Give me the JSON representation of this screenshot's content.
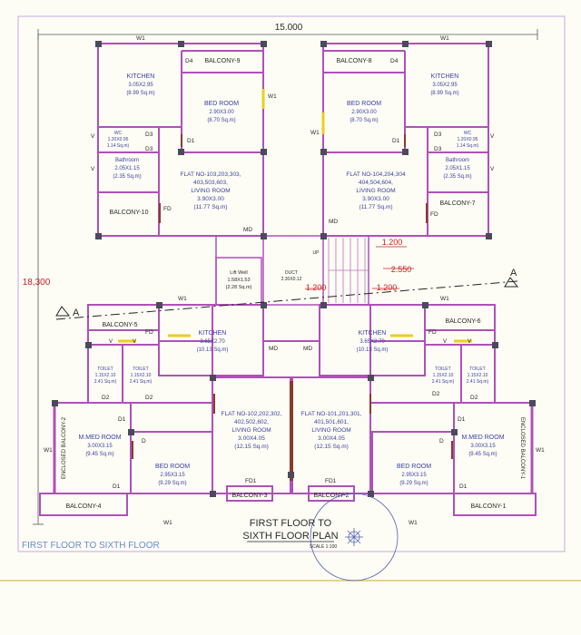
{
  "dimensions": {
    "overall_width": "15.000",
    "overall_height": "18,300"
  },
  "plan_title": {
    "line1": "FIRST FLOOR TO",
    "line2": "SIXTH FLOOR PLAN",
    "scale": "SCALE 1:100"
  },
  "footer_label": "FIRST FLOOR TO SIXTH FLOOR",
  "section_marks": {
    "left": "A",
    "right": "A"
  },
  "flats": {
    "nw": {
      "title": "FLAT NO-103,203,303,",
      "line2": "403,503,603,",
      "room": "LIVING ROOM",
      "dim": "3.90X3.00",
      "area": "(11.77 Sq.m)"
    },
    "ne": {
      "title": "FLAT NO-104,204,304",
      "line2": "404,504,604,",
      "room": "LIVING ROOM",
      "dim": "3.90X3.00",
      "area": "(11.77 Sq.m)"
    },
    "sw": {
      "title": "FLAT NO-102,202,302,",
      "line2": "402,502,602,",
      "room": "LIVING ROOM",
      "dim": "3.00X4.05",
      "area": "(12.15 Sq.m)"
    },
    "se": {
      "title": "FLAT NO-101,201,301,",
      "line2": "401,501,601,",
      "room": "LIVING ROOM",
      "dim": "3.00X4.05",
      "area": "(12.15 Sq.m)"
    }
  },
  "rooms": {
    "kitchen_nw": {
      "name": "KITCHEN",
      "dim": "3.05X2.95",
      "area": "(8.99 Sq.m)"
    },
    "kitchen_ne": {
      "name": "KITCHEN",
      "dim": "3.05X2.95",
      "area": "(8.99 Sq.m)"
    },
    "bed_nw": {
      "name": "BED ROOM",
      "dim": "2.90X3.00",
      "area": "(8.70 Sq.m)"
    },
    "bed_ne": {
      "name": "BED ROOM",
      "dim": "2.90X3.00",
      "area": "(8.70 Sq.m)"
    },
    "wc_nw": {
      "name": "WC",
      "dim": "1.20X0.95",
      "area": "1.14 Sq.m)"
    },
    "wc_ne": {
      "name": "WC",
      "dim": "1.20X0.95",
      "area": "1.14 Sq.m)"
    },
    "bath_nw": {
      "name": "Bathroom",
      "dim": "2.05X1.15",
      "area": "(2.35 Sq.m)"
    },
    "bath_ne": {
      "name": "Bathroom",
      "dim": "2.05X1.15",
      "area": "(2.35 Sq.m)"
    },
    "kitchen_sw": {
      "name": "KITCHEN",
      "dim": "3.65X2.70",
      "area": "(10.13 Sq.m)"
    },
    "kitchen_se": {
      "name": "KITCHEN",
      "dim": "3.65X2.70",
      "area": "(10.13 Sq.m)"
    },
    "toilet_sw1": {
      "name": "TOILET",
      "dim": "1.15X2.10",
      "area": "2.41 Sq.m)"
    },
    "toilet_sw2": {
      "name": "TOILET",
      "dim": "1.15X2.10",
      "area": "2.41 Sq.m)"
    },
    "toilet_se1": {
      "name": "TOILET",
      "dim": "1.15X2.10",
      "area": "2.41 Sq.m)"
    },
    "toilet_se2": {
      "name": "TOILET",
      "dim": "1.15X2.10",
      "area": "2.41 Sq.m)"
    },
    "mbed_sw": {
      "name": "M.MED ROOM",
      "dim": "3.00X3.15",
      "area": "(9.45 Sq.m)"
    },
    "mbed_se": {
      "name": "M.MED ROOM",
      "dim": "3.00X3.15",
      "area": "(9.45 Sq.m)"
    },
    "bed_sw": {
      "name": "BED ROOM",
      "dim": "2.95X3.15",
      "area": "(9.29 Sq.m)"
    },
    "bed_se": {
      "name": "BED ROOM",
      "dim": "2.95X3.15",
      "area": "(9.29 Sq.m)"
    },
    "lift": {
      "name": "Lift Well",
      "dim": "1.58X1.53",
      "area": "(2.28 Sq.m)"
    },
    "duct": {
      "name": "DUCT",
      "dim": "2.30X0.12"
    }
  },
  "balconies": {
    "b9": "BALCONY-9",
    "b8": "BALCONY-8",
    "b10": "BALCONY-10",
    "b7": "BALCONY-7",
    "b5": "BALCONY-5",
    "b6": "BALCONY-6",
    "b4": "BALCONY-4",
    "b3": "BALCONY-3",
    "b2": "BALCONY-2",
    "b1": "BALCONY-1",
    "eb2": "ENCLOSED BALCONY-2",
    "eb1": "ENCLOSED BALCONY-1"
  },
  "openings": {
    "w1": "W1",
    "d4": "D4",
    "d3": "D3",
    "d1": "D1",
    "d2": "D2",
    "d": "D",
    "v": "V",
    "fd": "FD",
    "fd1": "FD1",
    "md": "MD",
    "up": "UP"
  },
  "stair_dims": {
    "a": "1.200",
    "b": "2.550",
    "c": "1.200",
    "d": "1.200"
  }
}
